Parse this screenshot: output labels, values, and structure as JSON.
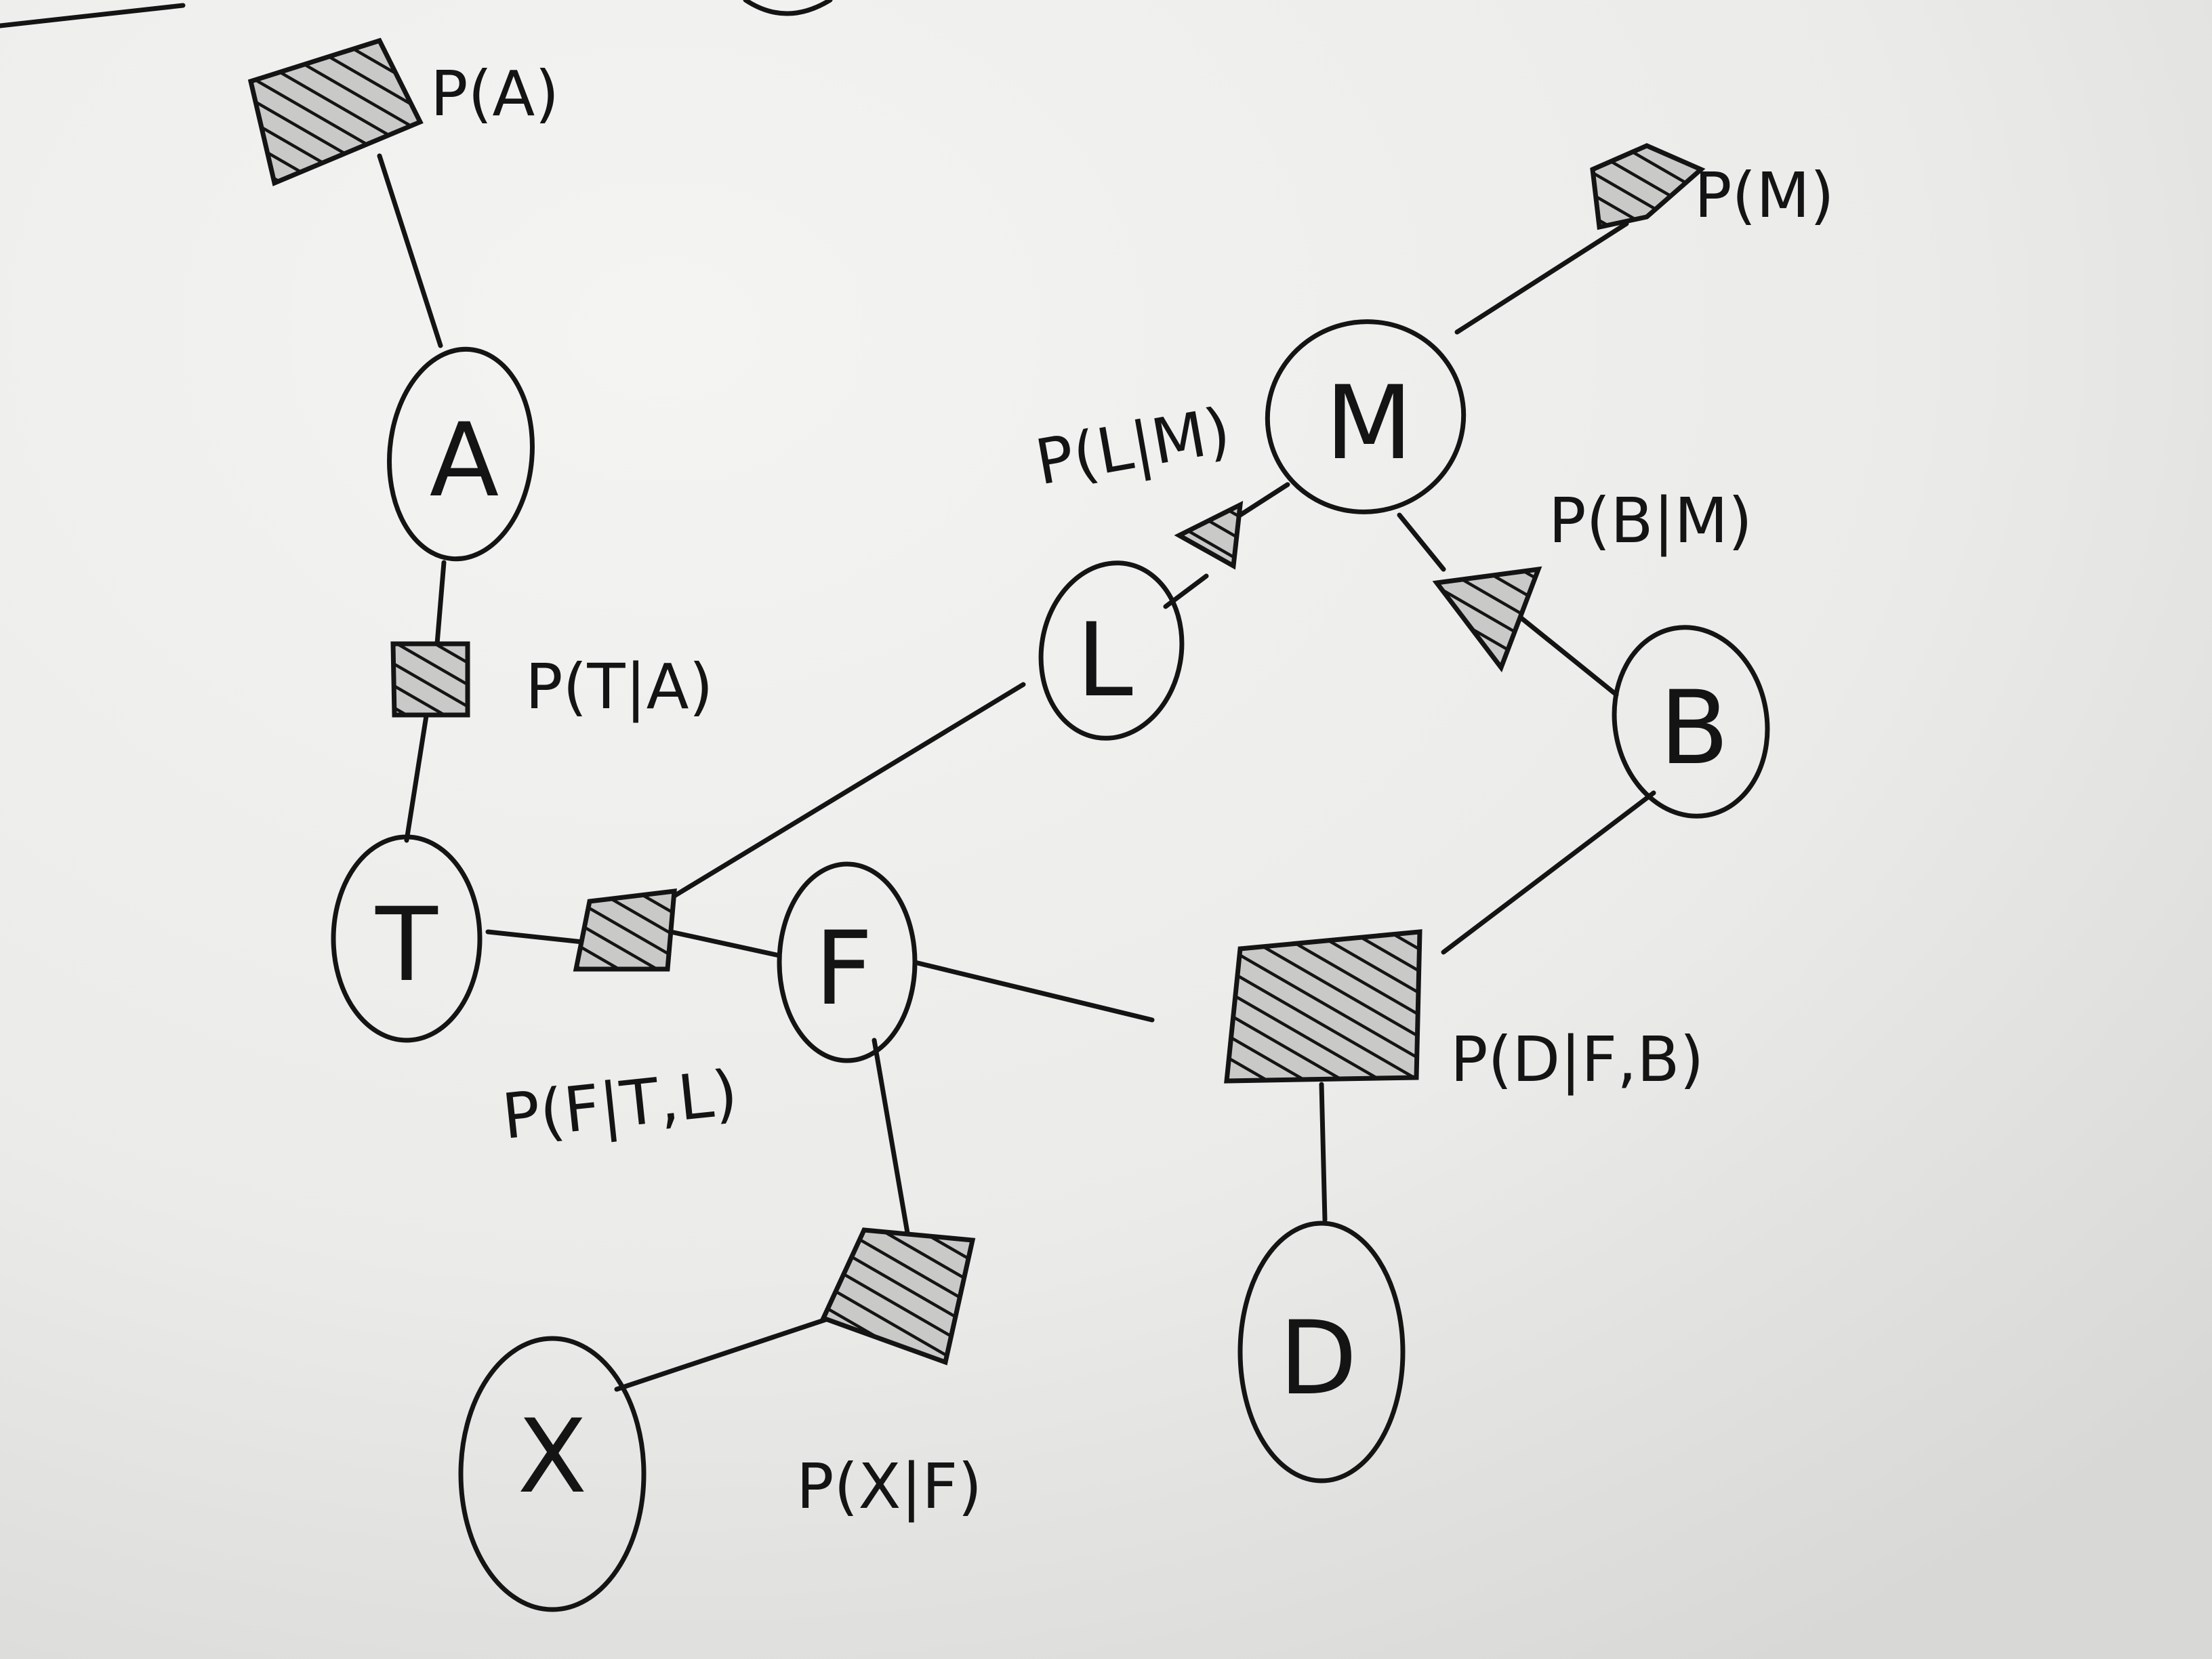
{
  "colors": {
    "ink": "#141414",
    "hatch": "#6d6d6d",
    "paper": "#ecebe9"
  },
  "nodes": [
    {
      "id": "A",
      "label": "A"
    },
    {
      "id": "T",
      "label": "T"
    },
    {
      "id": "F",
      "label": "F"
    },
    {
      "id": "X",
      "label": "X"
    },
    {
      "id": "L",
      "label": "L"
    },
    {
      "id": "M",
      "label": "M"
    },
    {
      "id": "B",
      "label": "B"
    },
    {
      "id": "D",
      "label": "D"
    }
  ],
  "factors": [
    {
      "id": "pA",
      "label": "P(A)",
      "connects": [
        "A"
      ]
    },
    {
      "id": "pTA",
      "label": "P(T|A)",
      "connects": [
        "A",
        "T"
      ]
    },
    {
      "id": "pFTL",
      "label": "P(F|T,L)",
      "connects": [
        "T",
        "L",
        "F"
      ]
    },
    {
      "id": "pXF",
      "label": "P(X|F)",
      "connects": [
        "F",
        "X"
      ]
    },
    {
      "id": "pM",
      "label": "P(M)",
      "connects": [
        "M"
      ]
    },
    {
      "id": "pLM",
      "label": "P(L|M)",
      "connects": [
        "M",
        "L"
      ]
    },
    {
      "id": "pBM",
      "label": "P(B|M)",
      "connects": [
        "M",
        "B"
      ]
    },
    {
      "id": "pDFB",
      "label": "P(D|F,B)",
      "connects": [
        "F",
        "B",
        "D"
      ]
    }
  ]
}
